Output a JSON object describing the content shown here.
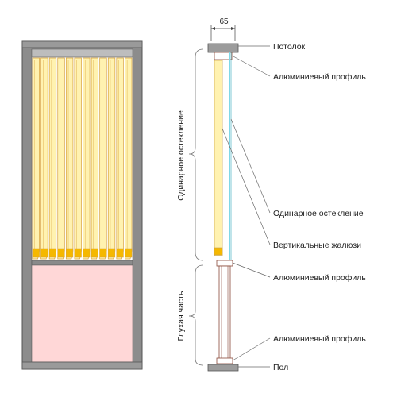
{
  "diagram": {
    "dimension_label": "65",
    "callouts": {
      "ceiling": "Потолок",
      "alu_profile_top": "Алюминиевый профиль",
      "single_glazing": "Одинарное остекление",
      "vertical_blinds": "Вертикальные жалюзи",
      "alu_profile_mid": "Алюминиевый профиль",
      "alu_profile_low": "Алюминиевый профиль",
      "floor": "Пол"
    },
    "side_labels": {
      "glazing_section": "Одинарное остекление",
      "blind_section": "Глухая часть"
    },
    "colors": {
      "frame": "#6f6f6f",
      "frame_light": "#9a9a9a",
      "blind_slat": "#fff2b0",
      "blind_edge": "#d9a23a",
      "blind_tip": "#f5b800",
      "blind_panel": "#ffd7d7",
      "glass": "#7fd8e8",
      "leader": "#6a6a6a",
      "profile": "#8a4a3a"
    }
  }
}
